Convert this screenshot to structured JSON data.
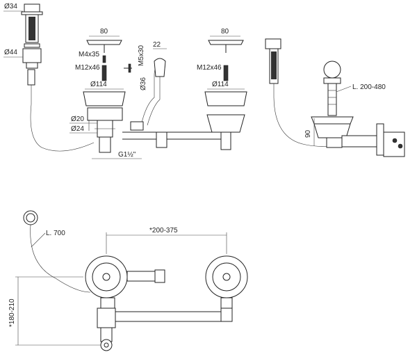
{
  "dimensions": {
    "d34": "Ø34",
    "d44": "Ø44",
    "basket_width_left": "80",
    "basket_width_right": "80",
    "m4x35": "M4x35",
    "m12x46_left": "M12x46",
    "m12x46_right": "M12x46",
    "m5x30": "M5x30",
    "width_22": "22",
    "d36": "Ø36",
    "d114_left": "Ø114",
    "d114_right": "Ø114",
    "d20": "Ø20",
    "d24": "Ø24",
    "thread": "G1½\"",
    "length_cable_side": "L. 200-480",
    "height_90": "90",
    "length_cable_plan": "L. 700",
    "spacing_plan": "*200-375",
    "height_plan": "*180-210"
  }
}
